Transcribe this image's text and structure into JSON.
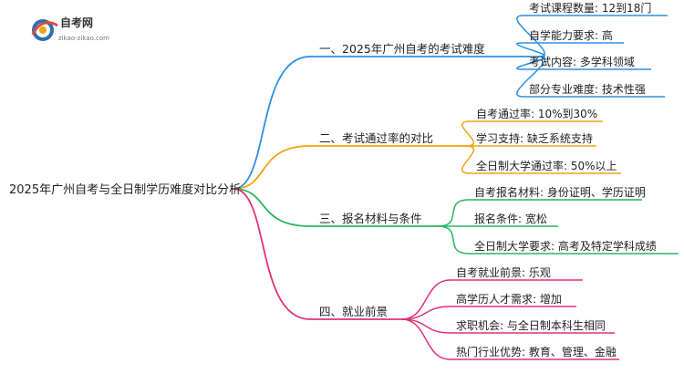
{
  "logo": {
    "title": "自考网",
    "url": "zikao-zikao.com"
  },
  "root": {
    "label": "2025年广州自考与全日制学历难度对比分析"
  },
  "branches": [
    {
      "label": "一、2025年广州自考的考试难度",
      "color": "#2E8FE3",
      "leaves": [
        "考试课程数量: 12到18门",
        "自学能力要求: 高",
        "考试内容: 多学科领域",
        "部分专业难度: 技术性强"
      ]
    },
    {
      "label": "二、考试通过率的对比",
      "color": "#F2A311",
      "leaves": [
        "自考通过率: 10%到30%",
        "学习支持: 缺乏系统支持",
        "全日制大学通过率: 50%以上"
      ]
    },
    {
      "label": "三、报名材料与条件",
      "color": "#28B463",
      "leaves": [
        "自考报名材料: 身份证明、学历证明",
        "报名条件: 宽松",
        "全日制大学要求: 高考及特定学科成绩"
      ]
    },
    {
      "label": "四、就业前景",
      "color": "#E0307A",
      "leaves": [
        "自考就业前景: 乐观",
        "高学历人才需求: 增加",
        "求职机会: 与全日制本科生相同",
        "热门行业优势: 教育、管理、金融"
      ]
    }
  ]
}
